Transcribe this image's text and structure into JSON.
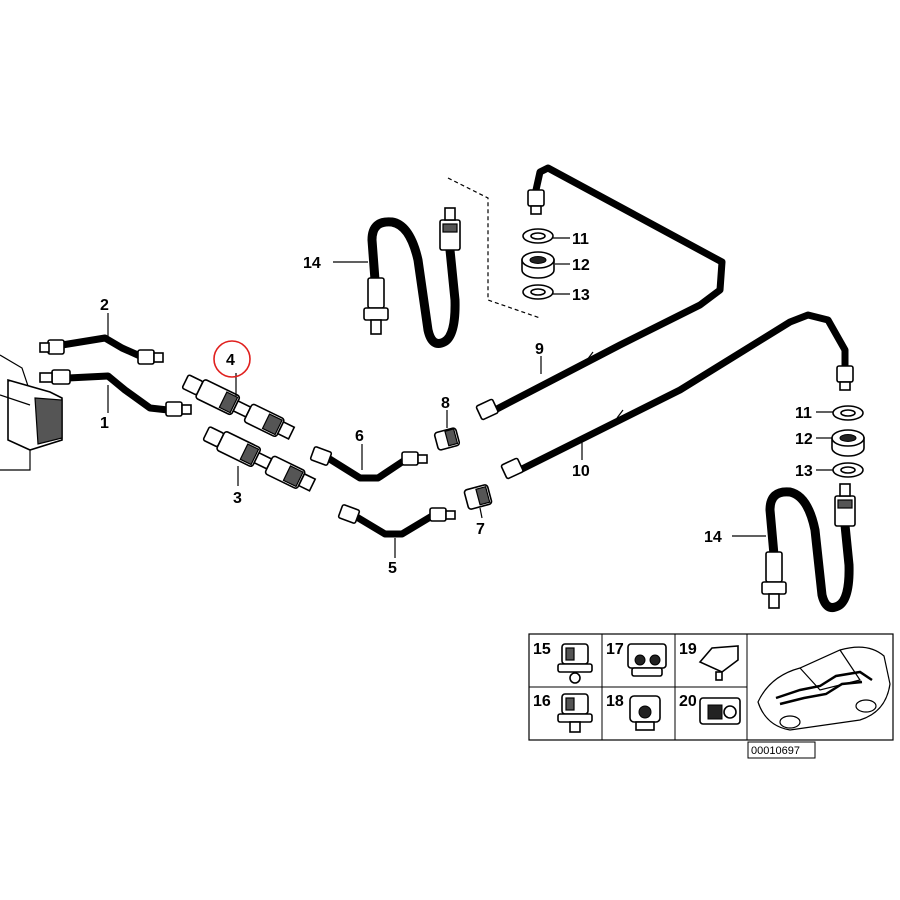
{
  "labels": {
    "p1": "1",
    "p2": "2",
    "p3": "3",
    "p4": "4",
    "p5": "5",
    "p6": "6",
    "p7": "7",
    "p8": "8",
    "p9": "9",
    "p10": "10",
    "p11a": "11",
    "p12a": "12",
    "p13a": "13",
    "p11b": "11",
    "p12b": "12",
    "p13b": "13",
    "p14a": "14",
    "p14b": "14",
    "p15": "15",
    "p16": "16",
    "p17": "17",
    "p18": "18",
    "p19": "19",
    "p20": "20"
  },
  "diagram_code": "00010697",
  "highlight": {
    "part": "4",
    "color": "#e0201e"
  }
}
